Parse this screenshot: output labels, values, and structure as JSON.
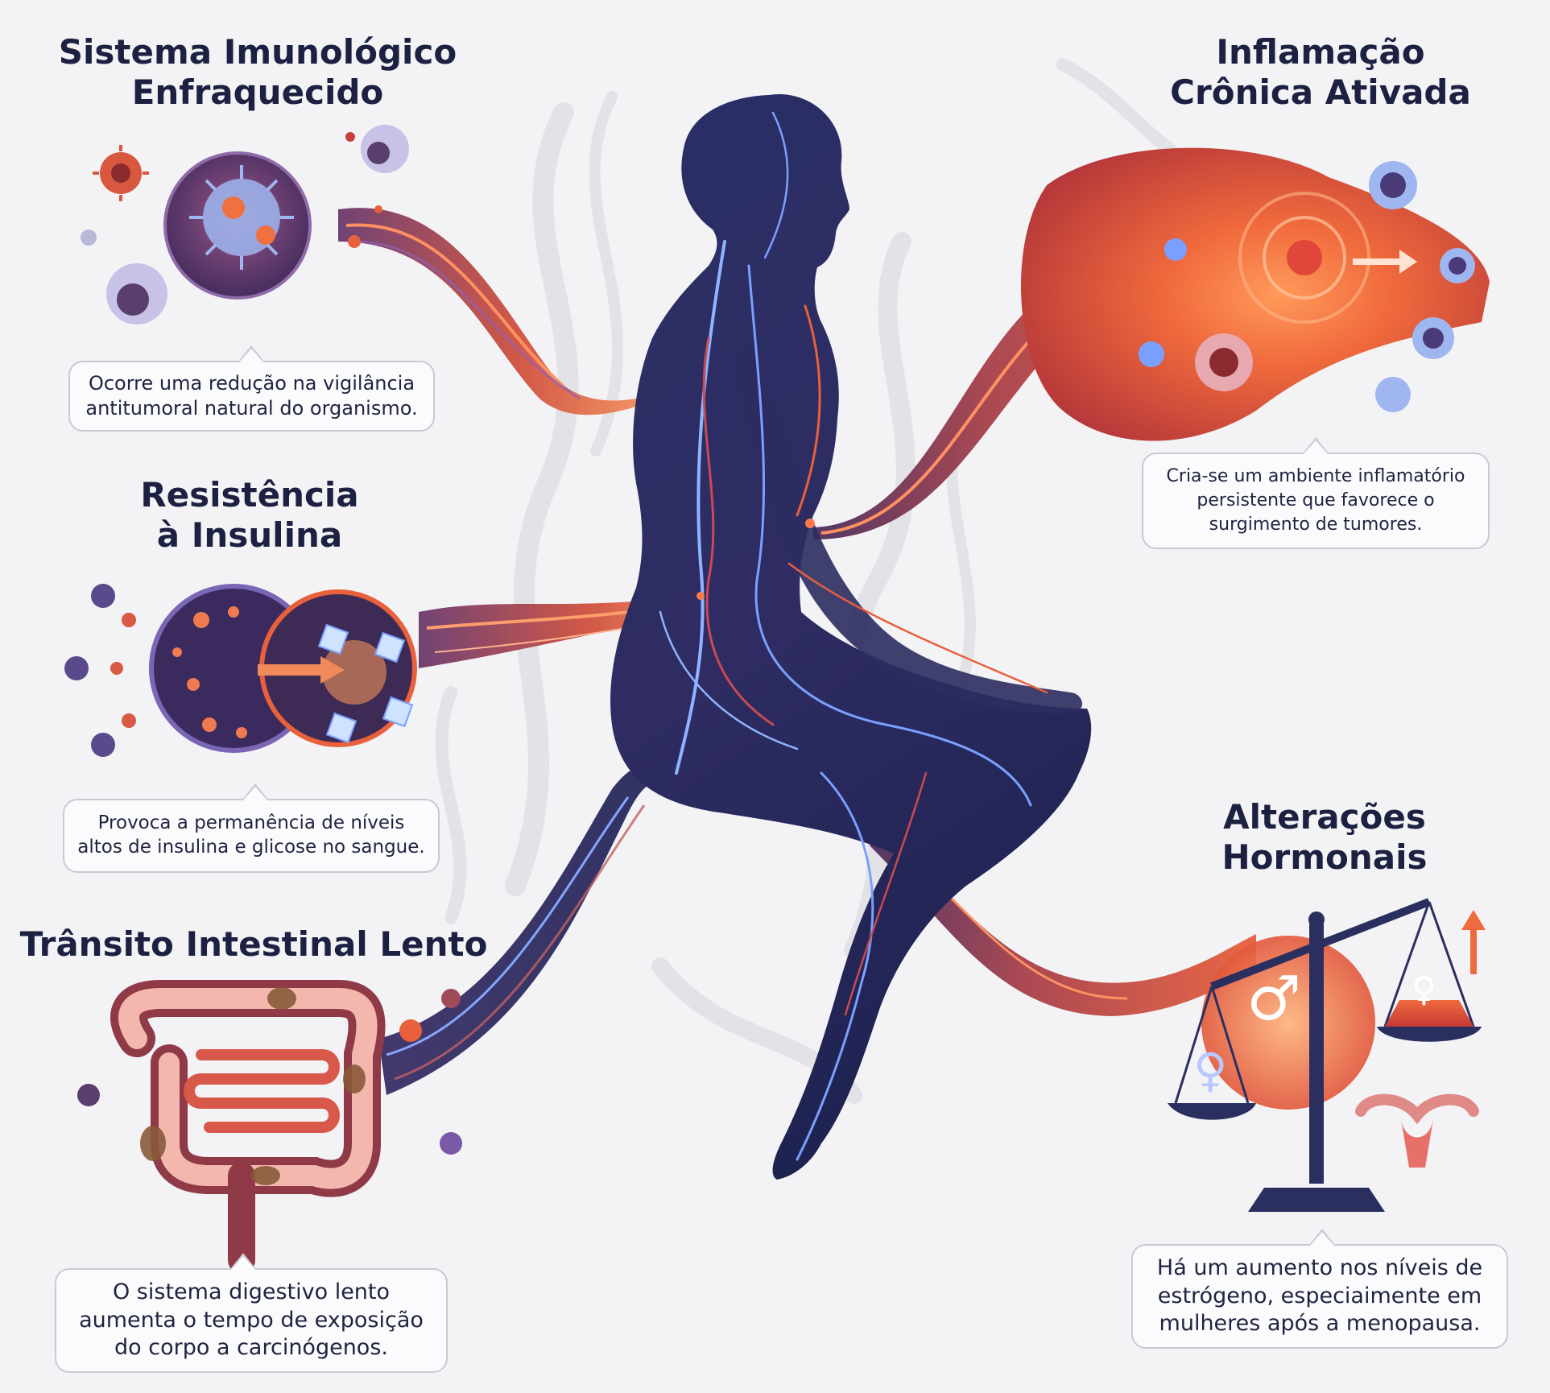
{
  "panels": {
    "immune": {
      "title": [
        "Sistema Imunológico",
        "Enfraquecido"
      ],
      "description": [
        "Ocorre uma redução na vigilância",
        "antitumoral natural do organismo."
      ]
    },
    "insulin": {
      "title": [
        "Resistência",
        "à Insulina"
      ],
      "description": [
        "Provoca a permanência de níveis",
        "altos de insulina e glicose no sangue."
      ]
    },
    "intestine": {
      "title": [
        "Trânsito Intestinal Lento"
      ],
      "description": [
        "O sistema digestivo lento",
        "aumenta o tempo de exposição",
        "do corpo a carcinógenos."
      ]
    },
    "inflammation": {
      "title": [
        "Inflamação",
        "Crônica Ativada"
      ],
      "description": [
        "Cria-se um ambiente inflamatório",
        "persistente que favorece o",
        "surgimento de tumores."
      ]
    },
    "hormones": {
      "title": [
        "Alterações",
        "Hormonais"
      ],
      "description": [
        "Há um aumento nos níveis de",
        "estrógeno, especiaimente em",
        "mulheres após a menopausa."
      ]
    }
  },
  "symbols": {
    "male": "♂",
    "female": "♀"
  },
  "colors": {
    "body": "#262b5e",
    "accent_orange": "#ef6a3e",
    "accent_red": "#c9403a",
    "vein_blue": "#8fb4ff",
    "purple": "#5a4a8c"
  }
}
